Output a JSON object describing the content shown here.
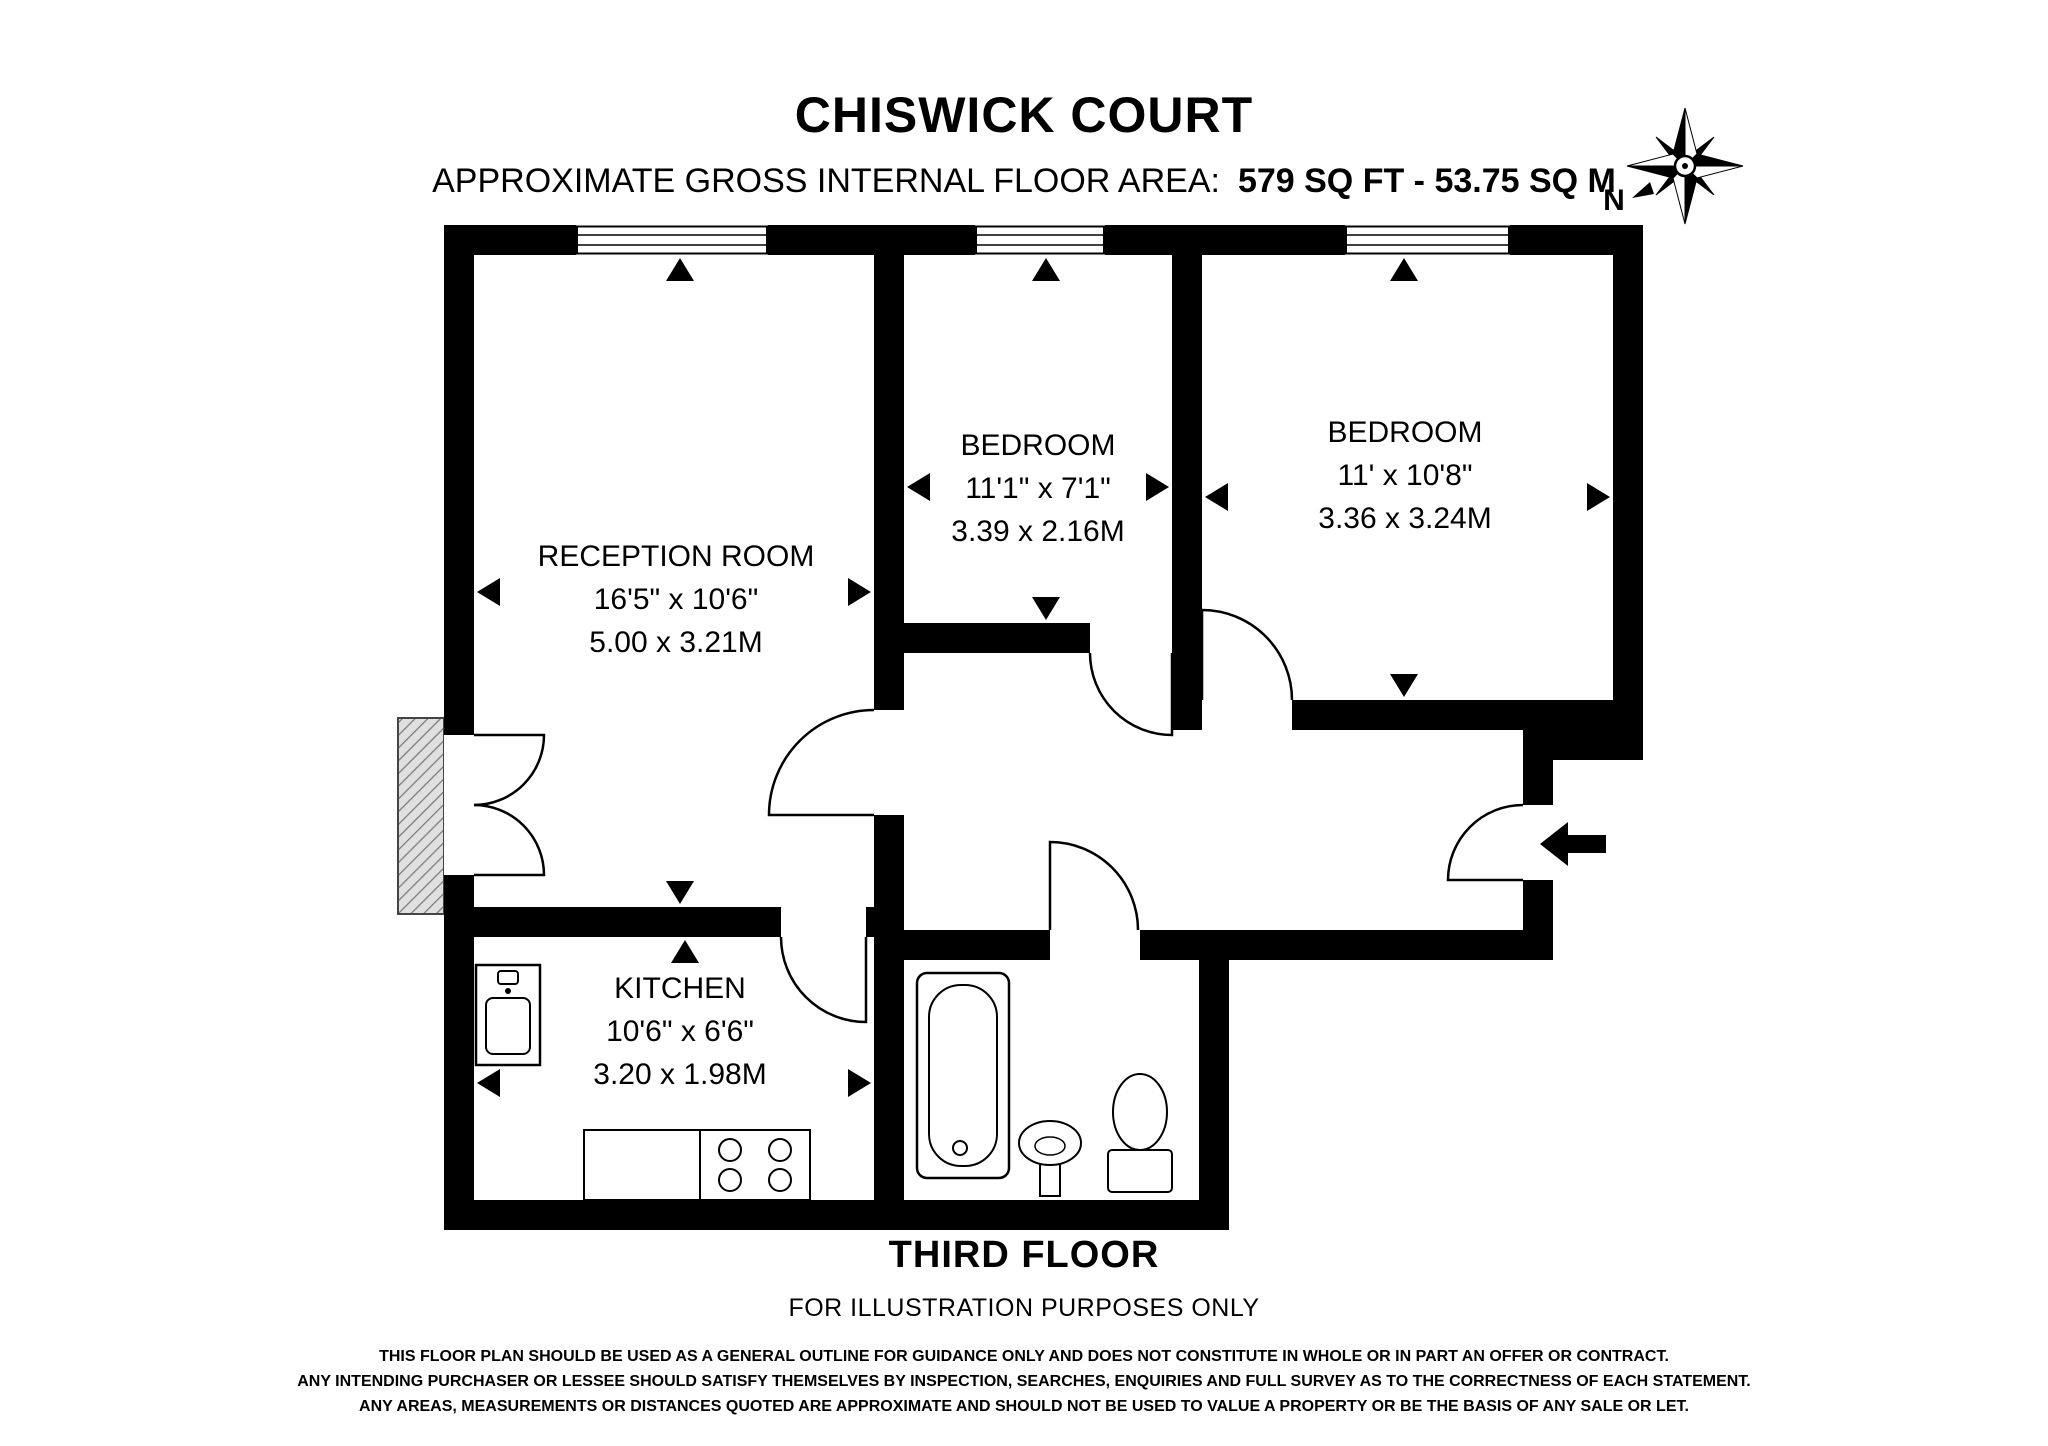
{
  "header": {
    "title": "CHISWICK COURT",
    "area_label": "APPROXIMATE GROSS INTERNAL FLOOR AREA:",
    "area_value": "579 SQ FT - 53.75 SQ M",
    "compass_label": "N"
  },
  "rooms": {
    "reception": {
      "name": "RECEPTION ROOM",
      "imperial": "16'5\" x 10'6\"",
      "metric": "5.00 x 3.21M"
    },
    "bedroom1": {
      "name": "BEDROOM",
      "imperial": "11'1\" x 7'1\"",
      "metric": "3.39 x 2.16M"
    },
    "bedroom2": {
      "name": "BEDROOM",
      "imperial": "11' x 10'8\"",
      "metric": "3.36 x 3.24M"
    },
    "kitchen": {
      "name": "KITCHEN",
      "imperial": "10'6\" x 6'6\"",
      "metric": "3.20 x 1.98M"
    }
  },
  "footer": {
    "floor_label": "THIRD FLOOR",
    "purpose_note": "FOR ILLUSTRATION PURPOSES ONLY",
    "disclaimer": [
      "THIS FLOOR PLAN SHOULD BE USED AS A GENERAL OUTLINE FOR GUIDANCE ONLY AND DOES NOT CONSTITUTE IN WHOLE OR IN PART AN OFFER OR CONTRACT.",
      "ANY INTENDING PURCHASER OR LESSEE SHOULD SATISFY THEMSELVES BY INSPECTION, SEARCHES, ENQUIRIES AND FULL SURVEY AS TO THE CORRECTNESS OF EACH STATEMENT.",
      "ANY AREAS, MEASUREMENTS OR DISTANCES QUOTED ARE APPROXIMATE AND SHOULD NOT BE USED TO VALUE A PROPERTY OR BE THE BASIS OF ANY SALE OR LET."
    ]
  },
  "colors": {
    "wall": "#000000",
    "hatch_fill": "#e0e0e0",
    "hatch_line": "#7a7a7a"
  }
}
